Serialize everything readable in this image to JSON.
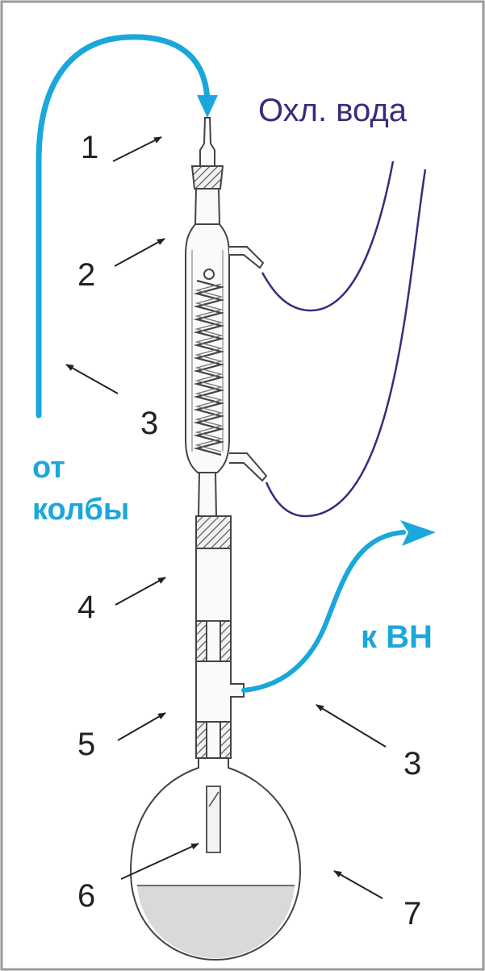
{
  "labels": {
    "cooling_water": "Охл. вода",
    "from_flask": [
      "от",
      "колбы"
    ],
    "to_vacuum": "к ВН"
  },
  "callouts": [
    "1",
    "2",
    "3",
    "3",
    "4",
    "5",
    "6",
    "7"
  ],
  "colors": {
    "tube_blue": "#1aa7dc",
    "water_purple": "#3b2a7c",
    "outline": "#444444",
    "frame": "#9a9a9a",
    "liquid": "#d9d9d9"
  }
}
